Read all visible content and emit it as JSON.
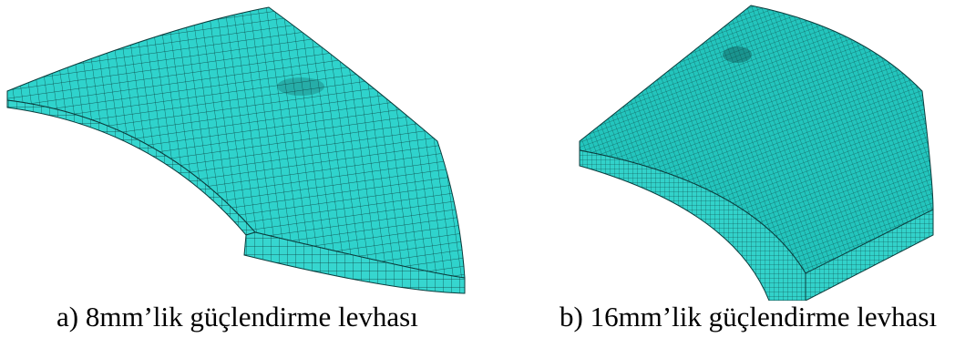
{
  "figure": {
    "mesh_color": "#2fd3cc",
    "mesh_line_color": "#0a3a3a",
    "panels": [
      {
        "id": "a",
        "caption": "a) 8mm’lik güçlendirme levhası"
      },
      {
        "id": "b",
        "caption": "b) 16mm’lik güçlendirme levhası"
      }
    ]
  }
}
